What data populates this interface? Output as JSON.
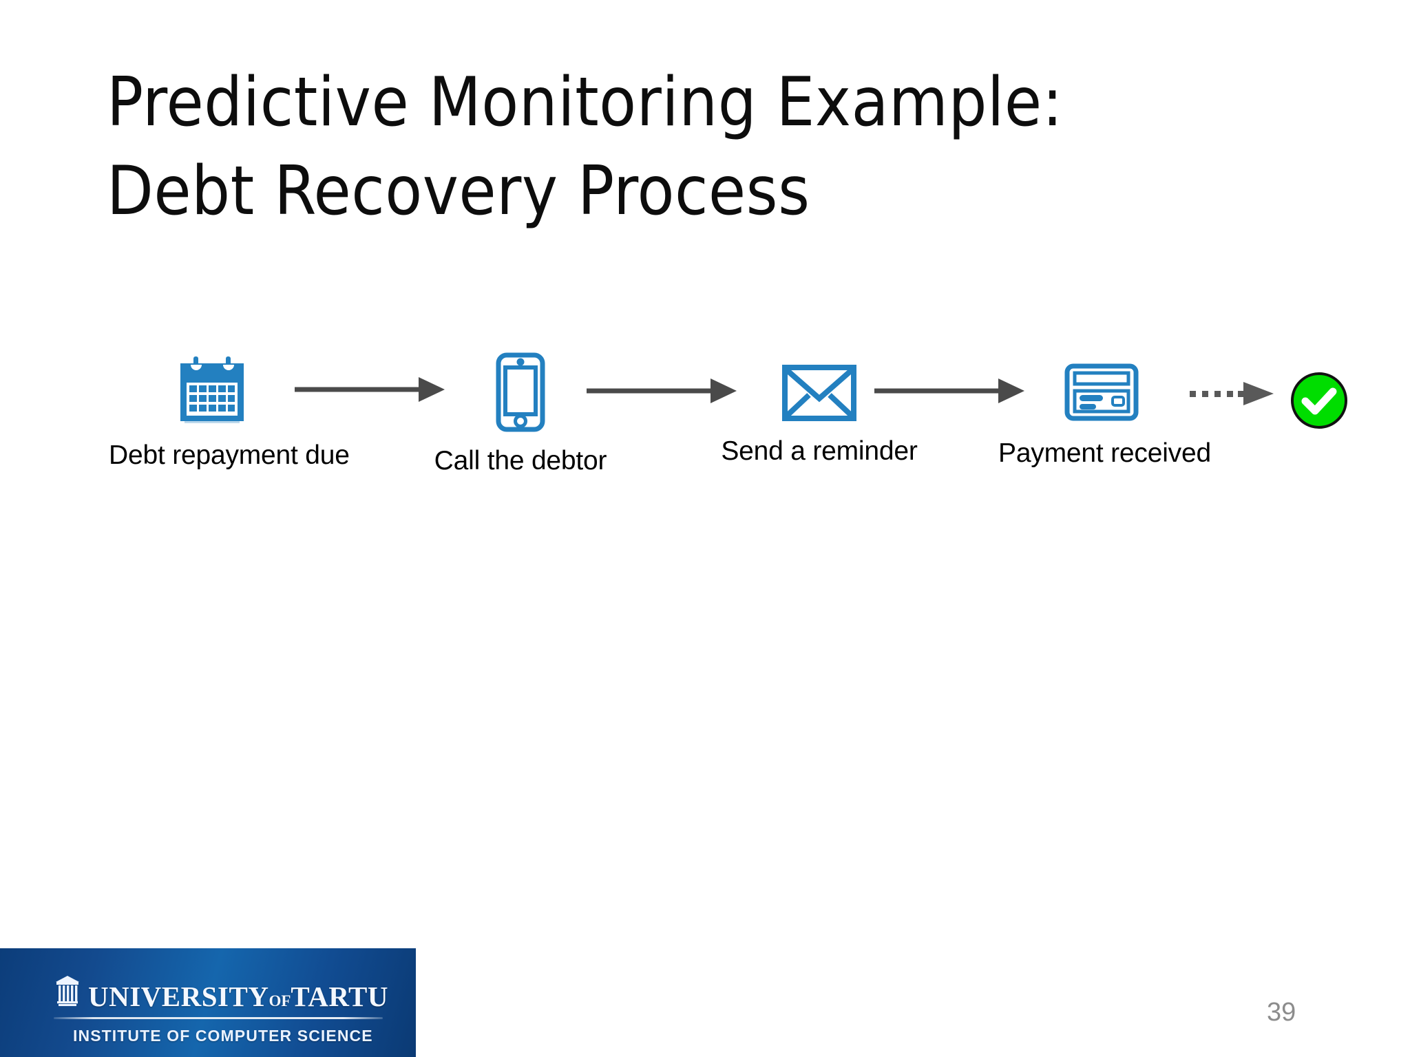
{
  "slide": {
    "title": "Predictive Monitoring Example:\nDebt Recovery Process",
    "page_number": "39",
    "background_color": "#FFFFFF",
    "title_color": "#0D0D0D"
  },
  "flow": {
    "type": "process-flow",
    "icon_color": "#2380C0",
    "arrow_color": "#4A4A4A",
    "success_color": "#00DD00",
    "nodes": [
      {
        "label": "Debt repayment due",
        "icon": "calendar-icon"
      },
      {
        "label": "Call the debtor",
        "icon": "smartphone-icon"
      },
      {
        "label": "Send a reminder",
        "icon": "envelope-icon"
      },
      {
        "label": "Payment received",
        "icon": "credit-card-icon"
      }
    ],
    "connectors": [
      {
        "style": "solid",
        "icon": "arrow-right-icon"
      },
      {
        "style": "solid",
        "icon": "arrow-right-icon"
      },
      {
        "style": "solid",
        "icon": "arrow-right-icon"
      },
      {
        "style": "dotted",
        "icon": "dotted-arrow-right-icon"
      }
    ],
    "terminator": {
      "icon": "check-circle-icon",
      "label": ""
    }
  },
  "footer": {
    "logo": {
      "icon": "university-building-icon",
      "wordmark_main": "UNIVERSITY",
      "wordmark_of": "OF",
      "wordmark_tail": "TARTU",
      "subtitle": "INSTITUTE OF COMPUTER SCIENCE",
      "band_color": "#134A8E"
    }
  }
}
